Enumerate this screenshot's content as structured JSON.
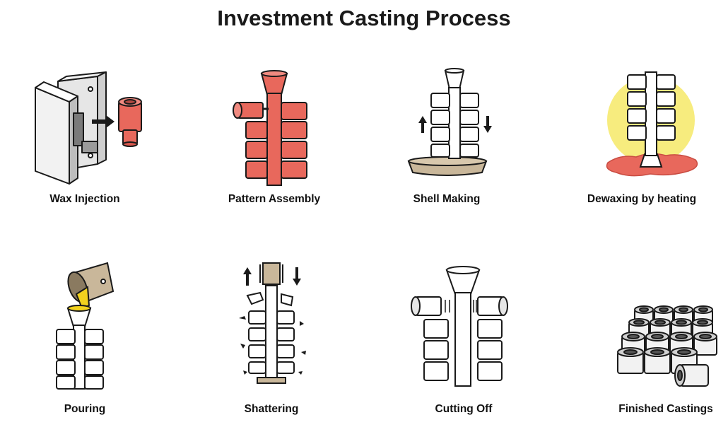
{
  "title": "Investment Casting Process",
  "colors": {
    "wax": "#e8685c",
    "heat": "#f6ea70",
    "metal": "#f2d21e",
    "ladle": "#c9b79a",
    "outline": "#1a1a1a"
  },
  "steps": [
    {
      "label": "Wax Injection",
      "icon": "wax-injection-die-icon"
    },
    {
      "label": "Pattern Assembly",
      "icon": "wax-tree-icon"
    },
    {
      "label": "Shell Making",
      "icon": "dipped-tree-icon"
    },
    {
      "label": "Dewaxing by heating",
      "icon": "dewaxing-heat-icon"
    },
    {
      "label": "Pouring",
      "icon": "pouring-ladle-icon"
    },
    {
      "label": "Shattering",
      "icon": "shell-knockout-icon"
    },
    {
      "label": "Cutting Off",
      "icon": "cut-off-tree-icon"
    },
    {
      "label": "Finished Castings",
      "icon": "finished-parts-icon"
    }
  ]
}
